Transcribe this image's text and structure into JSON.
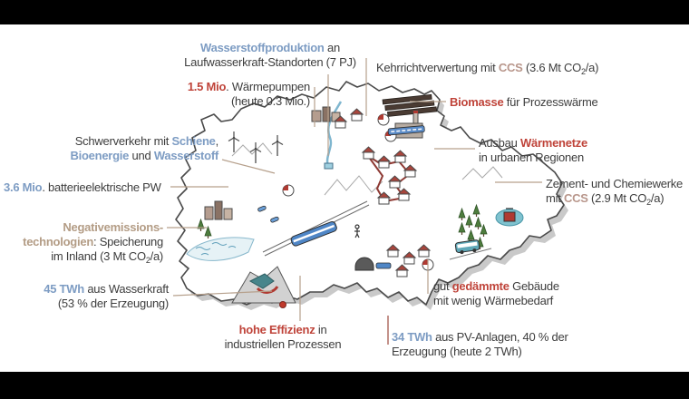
{
  "page": {
    "background": "#ffffff",
    "letterbox": "#000000"
  },
  "colors": {
    "accent_blue": "#7d9cc3",
    "accent_red": "#bf4339",
    "accent_ccs": "#b8968b",
    "accent_tan": "#b39c85",
    "text": "#3d3d3d",
    "leader_line": "#b6a08c",
    "leader_line_red": "#9c4a3e",
    "map_outline": "#4a4a4a",
    "map_shadow": "#c9c9c9",
    "roof_red": "#a8453c",
    "water_blue": "#7fb6cf",
    "forest_green": "#4e7d3e"
  },
  "labels": {
    "hydrogen": {
      "l1a": "Wasserstoffproduktion",
      "l1b": " an",
      "l2": "Laufwasserkraft-Standorten (7 PJ)"
    },
    "heatpumps": {
      "l1a": "1.5 Mio",
      "l1b": ". Wärmepumpen",
      "l2": "(heute 0.3 Mio.)"
    },
    "waste": {
      "l1a": "Kehrrichtverwertung mit ",
      "l1b": "CCS",
      "l1c": " (3.6 Mt CO",
      "l1d": "2",
      "l1e": "/a)"
    },
    "biomass": {
      "l1a": "Biomasse",
      "l1b": " für Prozesswärme"
    },
    "transport": {
      "l1a": "Schwerverkehr mit ",
      "l1b": "Schiene",
      "l1c": ",",
      "l2a": "Bioenergie",
      "l2b": " und ",
      "l2c": "Wasserstoff"
    },
    "cars": {
      "l1a": "3.6 Mio",
      "l1b": ". batterieelektrische PW"
    },
    "heatnets": {
      "l1a": "Ausbau ",
      "l1b": "Wärmenetze",
      "l2": "in urbanen Regionen"
    },
    "cement": {
      "l1": "Zement- und Chemiewerke",
      "l2a": "mit ",
      "l2b": "CCS",
      "l2c": " (2.9 Mt CO",
      "l2d": "2",
      "l2e": "/a)"
    },
    "negemissions": {
      "l1": "Negativemissions-",
      "l2a": "technologien",
      "l2b": ": Speicherung",
      "l3a": "im Inland (3 Mt CO",
      "l3b": "2",
      "l3c": "/a)"
    },
    "hydro": {
      "l1a": "45 TWh",
      "l1b": " aus Wasserkraft",
      "l2": "(53 % der Erzeugung)"
    },
    "efficiency": {
      "l1a": "hohe Effizienz",
      "l1b": " in",
      "l2": "industriellen Prozessen"
    },
    "pv": {
      "l1a": "34 TWh",
      "l1b": " aus PV-Anlagen, 40 % der",
      "l2": "Erzeugung (heute 2 TWh)"
    },
    "buildings": {
      "l1a": "gut ",
      "l1b": "gedämmte",
      "l1c": " Gebäude",
      "l2": "mit wenig Wärmebedarf"
    }
  },
  "map": {
    "icons": [
      "switzerland-outline",
      "wind-turbine",
      "river-hydro-plant",
      "solar-panel-field",
      "waste-incineration-plant",
      "biogas-dome",
      "freight-train",
      "railway-line",
      "district-heating-network",
      "house",
      "city-buildings",
      "lake-geneva",
      "mountain-dam",
      "rail-tunnel",
      "forest-trees",
      "alpine-lake-power-site",
      "electric-bus",
      "electric-car",
      "hiker"
    ]
  }
}
